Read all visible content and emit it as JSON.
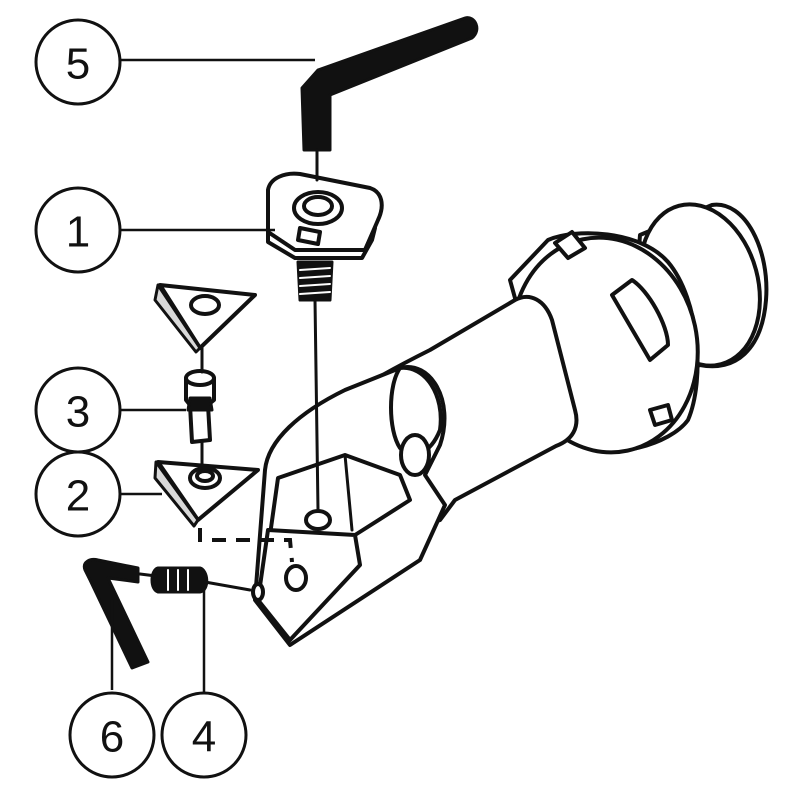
{
  "callouts": [
    {
      "id": "c5",
      "label": "5"
    },
    {
      "id": "c1",
      "label": "1"
    },
    {
      "id": "c3",
      "label": "3"
    },
    {
      "id": "c2",
      "label": "2"
    },
    {
      "id": "c6",
      "label": "6"
    },
    {
      "id": "c4",
      "label": "4"
    }
  ],
  "colors": {
    "ink": "#111111",
    "paper": "#ffffff",
    "shade": "#d9d9d9"
  }
}
